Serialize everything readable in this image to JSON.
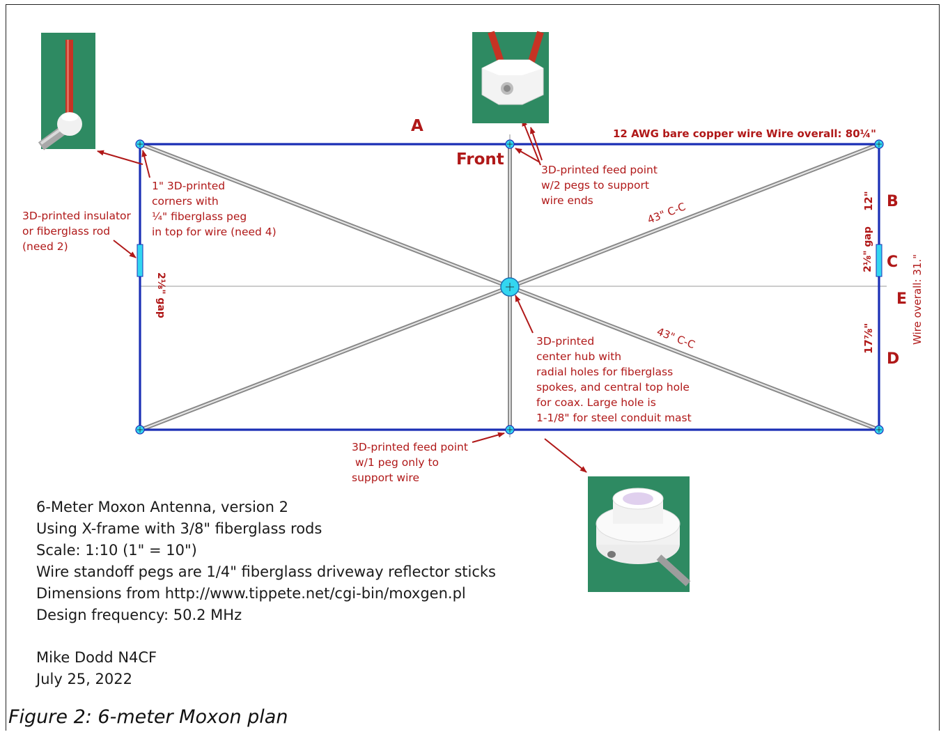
{
  "labels": {
    "A": "A",
    "B": "B",
    "C": "C",
    "D": "D",
    "E": "E",
    "front": "Front",
    "wire_spec": "12 AWG bare copper wire  Wire overall: 80¼\"",
    "dim_b": "12\"",
    "dim_c": "2⅛\" gap",
    "dim_left_gap": "2⅛\" gap",
    "dim_d": "17⅞\"",
    "wire_overall_right": "Wire overall: 31.\"",
    "cc_upper": "43\" C-C",
    "cc_lower": "43\" C-C"
  },
  "callouts": {
    "corners": [
      "1\" 3D-printed",
      "corners with",
      "¼\" fiberglass peg",
      "in top for wire (need 4)"
    ],
    "insulator": [
      "3D-printed insulator",
      "or fiberglass rod",
      "(need 2)"
    ],
    "feed_top": [
      "3D-printed feed point",
      "w/2 pegs to support",
      "wire ends"
    ],
    "hub": [
      "3D-printed",
      "center hub with",
      "radial holes for fiberglass",
      "spokes, and central top hole",
      "for coax. Large hole is",
      "1-1/8\" for steel conduit mast"
    ],
    "feed_bottom": [
      "3D-printed feed point",
      " w/1 peg only to",
      "support wire"
    ]
  },
  "info_lines": [
    "6-Meter Moxon Antenna, version 2",
    "Using X-frame with 3/8\" fiberglass rods",
    "Scale: 1:10 (1\" = 10\")",
    "Wire standoff pegs are 1/4\" fiberglass driveway reflector sticks",
    "Dimensions from http://www.tippete.net/cgi-bin/moxgen.pl",
    "Design frequency: 50.2 MHz"
  ],
  "author": "Mike Dodd N4CF",
  "date": "July 25, 2022",
  "caption": "Figure 2: 6-meter Moxon plan",
  "colors": {
    "wire": "#1a2fb5",
    "annotation": "#b01818",
    "node": "#33d6f0",
    "photo_bg": "#2e8a62",
    "rod": "#cc3322"
  }
}
